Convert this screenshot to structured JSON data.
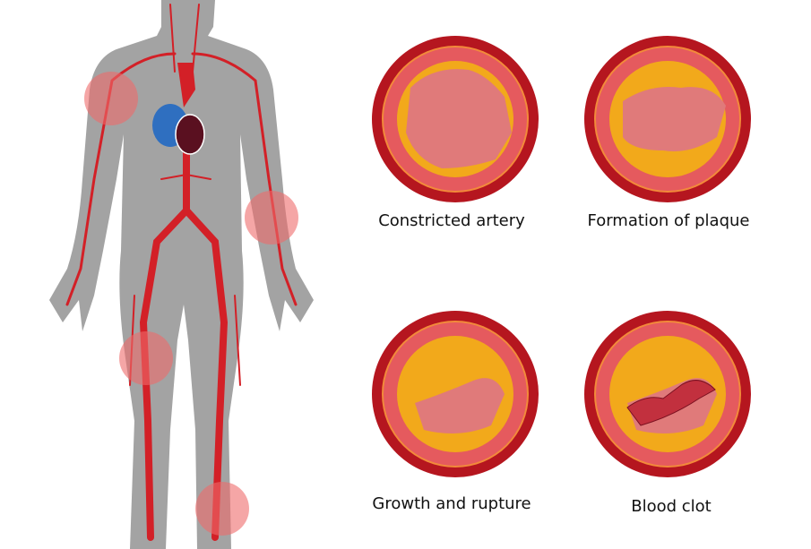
{
  "colors": {
    "body": "#a3a3a3",
    "vessel": "#d32027",
    "highlight": "#ef6b6b",
    "wall": "#b5161f",
    "intima": "#e55a5e",
    "lumen": "#e07a7a",
    "plaque": "#f2a91b"
  },
  "panels": [
    {
      "label": "Constricted artery",
      "plaque": "ring-partial"
    },
    {
      "label": "Formation of plaque",
      "plaque": "thick"
    },
    {
      "label": "Growth and rupture",
      "plaque": "rupture"
    },
    {
      "label": "Blood clot",
      "plaque": "clot"
    }
  ]
}
